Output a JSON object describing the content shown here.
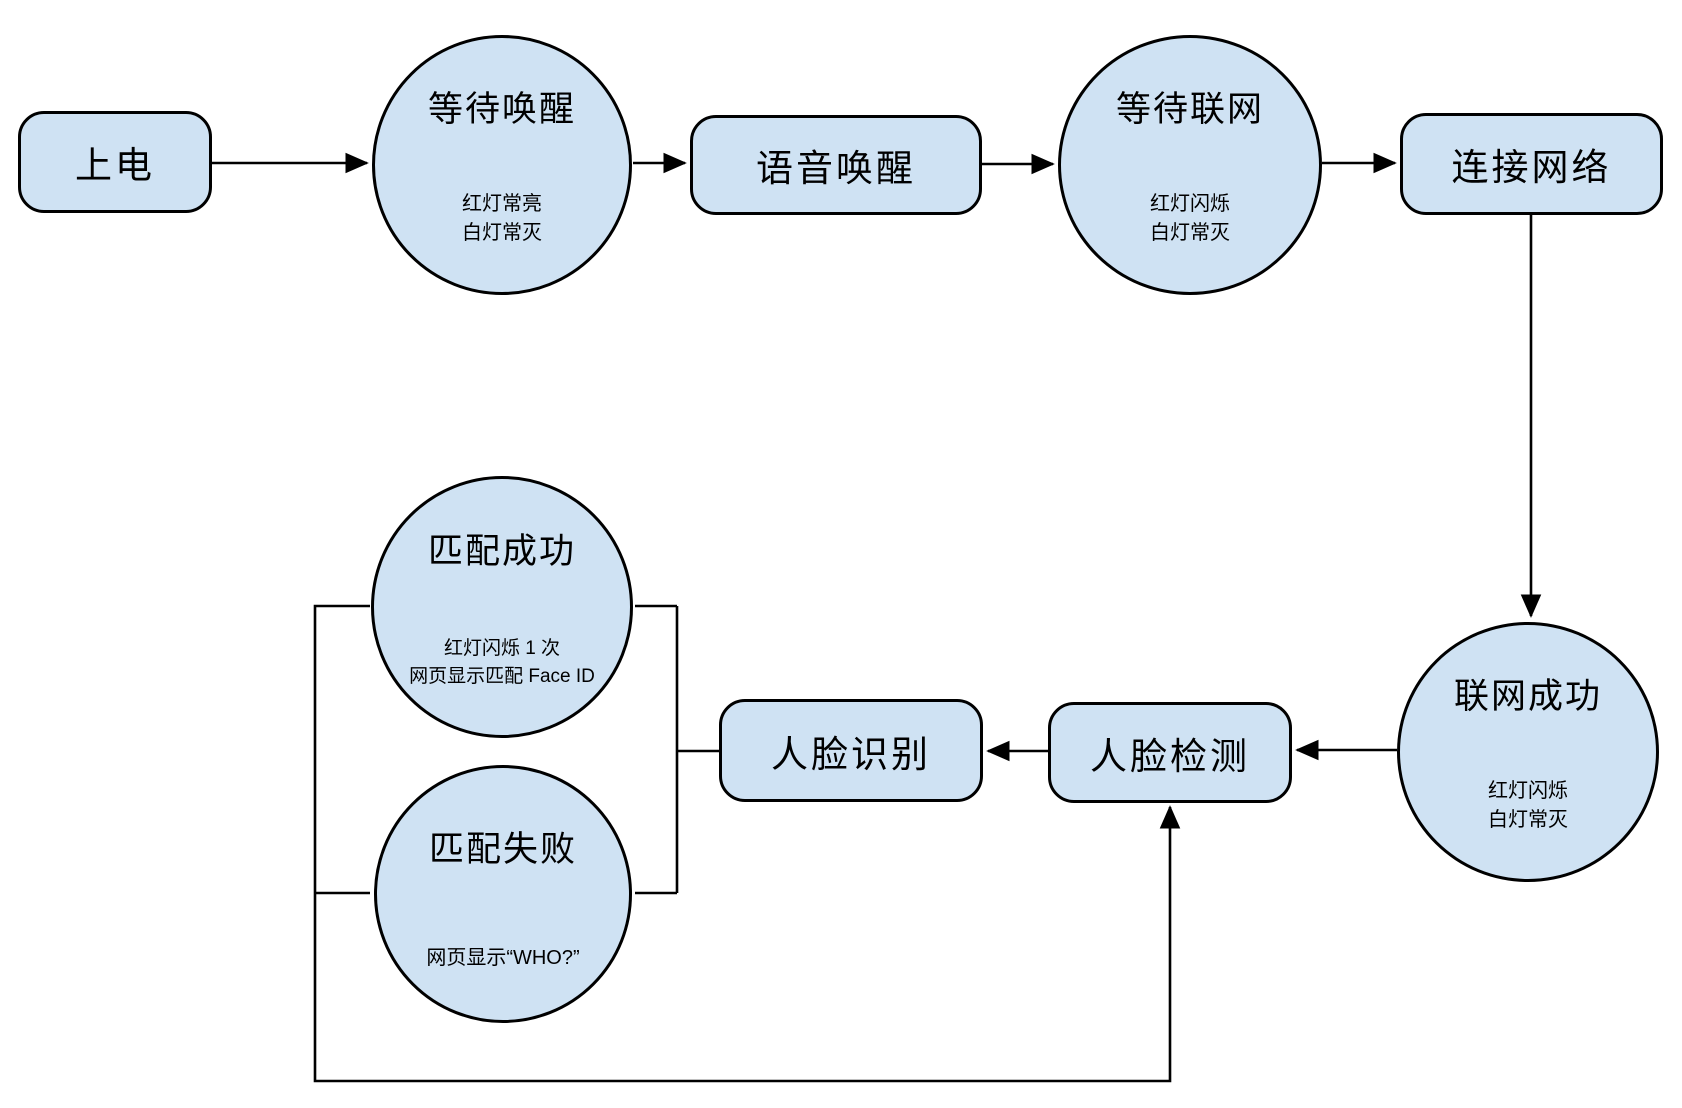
{
  "diagram": {
    "type": "flowchart",
    "background_color": "#ffffff",
    "node_fill_color": "#cfe2f3",
    "node_stroke_color": "#000000",
    "nodes": {
      "power_on": {
        "label": "上电"
      },
      "wait_wake": {
        "title": "等待唤醒",
        "sub1": "红灯常亮",
        "sub2": "白灯常灭"
      },
      "voice_wake": {
        "label": "语音唤醒"
      },
      "wait_network": {
        "title": "等待联网",
        "sub1": "红灯闪烁",
        "sub2": "白灯常灭"
      },
      "connect_network": {
        "label": "连接网络"
      },
      "network_success": {
        "title": "联网成功",
        "sub1": "红灯闪烁",
        "sub2": "白灯常灭"
      },
      "face_recognition": {
        "label": "人脸识别"
      },
      "face_detection": {
        "label": "人脸检测"
      },
      "match_success": {
        "title": "匹配成功",
        "sub1": "红灯闪烁 1 次",
        "sub2": "网页显示匹配 Face ID"
      },
      "match_fail": {
        "title": "匹配失败",
        "sub1": "网页显示“WHO?”"
      }
    },
    "edges": [
      "上电 → 等待唤醒",
      "等待唤醒 → 语音唤醒",
      "语音唤醒 → 等待联网",
      "等待联网 → 连接网络",
      "连接网络 → 联网成功",
      "联网成功 → 人脸检测",
      "人脸检测 → 人脸识别",
      "人脸识别 — 匹配成功",
      "人脸识别 — 匹配失败",
      "匹配成功/匹配失败 → 人脸检测 (loop)"
    ]
  }
}
